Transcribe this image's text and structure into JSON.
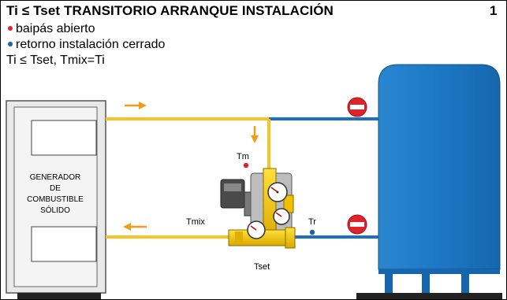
{
  "header": {
    "title": "Ti ≤ Tset TRANSITORIO ARRANQUE INSTALACIÓN",
    "number": "1"
  },
  "conditions": [
    {
      "text": "baipás abierto",
      "bullet_color": "#e0232b"
    },
    {
      "text": "retorno instalación cerrado",
      "bullet_color": "#1f5fae"
    }
  ],
  "formula": "Ti ≤ Tset, Tmix=Ti",
  "generator": {
    "label_lines": [
      "GENERADOR",
      "DE",
      "COMBUSTIBLE",
      "SÓLIDO"
    ]
  },
  "sensors": {
    "tm": "Tm",
    "tr": "Tr",
    "tmix": "Tmix",
    "tset": "Tset"
  },
  "colors": {
    "hot_pipe": "#f7c325",
    "cold_pipe": "#1f6fc0",
    "tank": "#1c78c4",
    "stop_red": "#e0232b",
    "arrow_orange": "#f39c1a"
  }
}
